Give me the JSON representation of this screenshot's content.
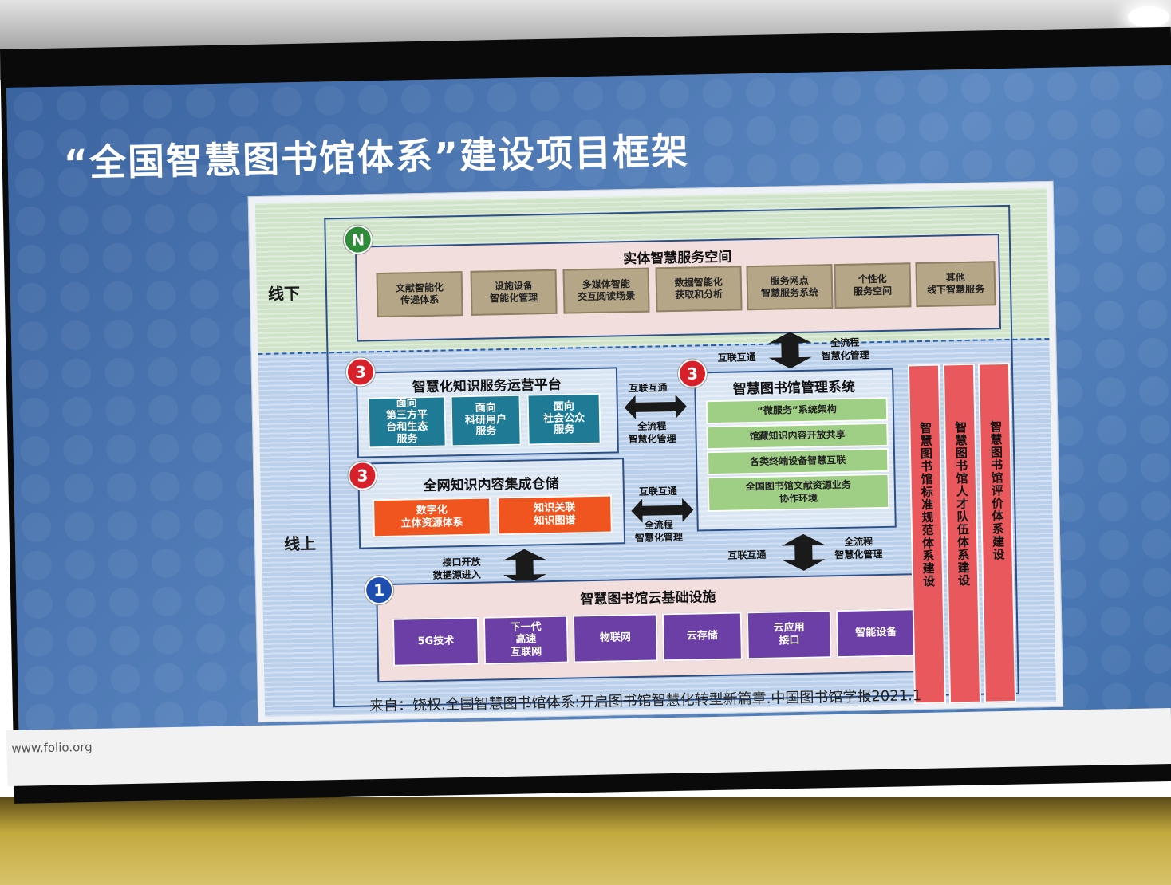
{
  "slide": {
    "title": "“全国智慧图书馆体系”建设项目框架",
    "citation": "来自：饶权.全国智慧图书馆体系:开启图书馆智慧化转型新篇章.中国图书馆学报2021.1",
    "website": "www.folio.org"
  },
  "labels": {
    "offline": "线下",
    "online": "线上"
  },
  "offline_section": {
    "badge": "N",
    "title": "实体智慧服务空间",
    "items": [
      "文献智能化\n传递体系",
      "设施设备\n智能化管理",
      "多媒体智能\n交互阅读场景",
      "数据智能化\n获取和分析",
      "服务网点\n智慧服务系统",
      "个性化\n服务空间",
      "其他\n线下智慧服务"
    ]
  },
  "platform_section": {
    "badge": "3",
    "title": "智慧化知识服务运营平台",
    "items": [
      "面向\n第三方平\n台和生态\n服务",
      "面向\n科研用户\n服务",
      "面向\n社会公众\n服务"
    ]
  },
  "storage_section": {
    "badge": "3",
    "title": "全网知识内容集成仓储",
    "items": [
      "数字化\n立体资源体系",
      "知识关联\n知识图谱"
    ]
  },
  "management_section": {
    "badge": "3",
    "title": "智慧图书馆管理系统",
    "items": [
      "“微服务”系统架构",
      "馆藏知识内容开放共享",
      "各类终端设备智慧互联",
      "全国图书馆文献资源业务\n协作环境"
    ]
  },
  "infra_section": {
    "badge": "1",
    "title": "智慧图书馆云基础设施",
    "items": [
      "5G技术",
      "下一代\n高速\n互联网",
      "物联网",
      "云存储",
      "云应用\n接口",
      "智能设备"
    ]
  },
  "connectors": {
    "interop": "互联互通",
    "full_process": "全流程\n智慧化管理",
    "interface": "接口开放\n数据源进入"
  },
  "vertical_columns": [
    "智慧图书馆标准规范体系建设",
    "智慧图书馆人才队伍体系建设",
    "智慧图书馆评价体系建设"
  ],
  "colors": {
    "badge_green": "#2e8b3a",
    "badge_red": "#d8202a",
    "badge_blue": "#1e4fb0",
    "teal": "#1f7a96",
    "orange": "#f0551f",
    "purple": "#6b3fa6",
    "red_column": "#e9585c"
  }
}
